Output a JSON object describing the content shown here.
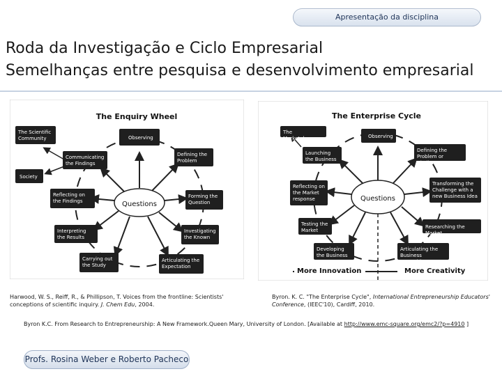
{
  "header": {
    "pill_label": "Apresentação da disciplina"
  },
  "title": {
    "line1": "Roda da Investigação e Ciclo Empresarial",
    "line2": "Semelhanças entre pesquisa e desenvolvimento empresarial"
  },
  "enquiry_wheel": {
    "title": "The Enquiry Wheel",
    "center": "Questions",
    "nodes": {
      "scientific_community": "The Scientific Community",
      "society": "Society",
      "observing": "Observing",
      "communicating": "Communicating the Findings",
      "defining": "Defining the Problem",
      "reflecting": "Reflecting on the Findings",
      "forming": "Forming the Question",
      "interpreting": "Interpreting the Results",
      "investigating": "Investigating the Known",
      "carrying_out": "Carrying out the Study",
      "articulating": "Articulating the Expectation"
    }
  },
  "enterprise_cycle": {
    "title": "The Enterprise Cycle",
    "center": "Questions",
    "nodes": {
      "marketplace": "The Marketplace",
      "observing": "Observing",
      "launching": "Launching the Business",
      "defining": "Defining the Problem or Challenge",
      "reflecting": "Reflecting on the Market response",
      "transforming": "Transforming the Challenge with a new Business Idea",
      "testing": "Testing the Market",
      "researching": "Researching the Market",
      "developing": "Developing the Business",
      "articulating": "Articulating the Business Proposition"
    },
    "axis_left": "More Innovation",
    "axis_right": "More Creativity"
  },
  "references": {
    "ref1_text": "Harwood, W. S., Reiff, R., & Phillipson, T. Voices from the frontline: Scientists' conceptions of scientific inquiry. ",
    "ref1_journal": "J. Chem Edu",
    "ref1_end": ", 2004.",
    "ref2_text": "Byron. K. C. \"The Enterprise Cycle\", ",
    "ref2_venue": "International Entrepreneurship Educators' Conference",
    "ref2_end": ", (IEEC'10), Cardiff, 2010.",
    "ref3_text": "Byron K.C. From Research to Entrepreneurship: A New Framework.Queen Mary, University of London. [Available at ",
    "ref3_link": "http://www.emc-square.org/emc2/?p=4910",
    "ref3_end": " ]"
  },
  "footer": {
    "pill_label": "Profs. Rosina Weber e Roberto Pacheco"
  }
}
